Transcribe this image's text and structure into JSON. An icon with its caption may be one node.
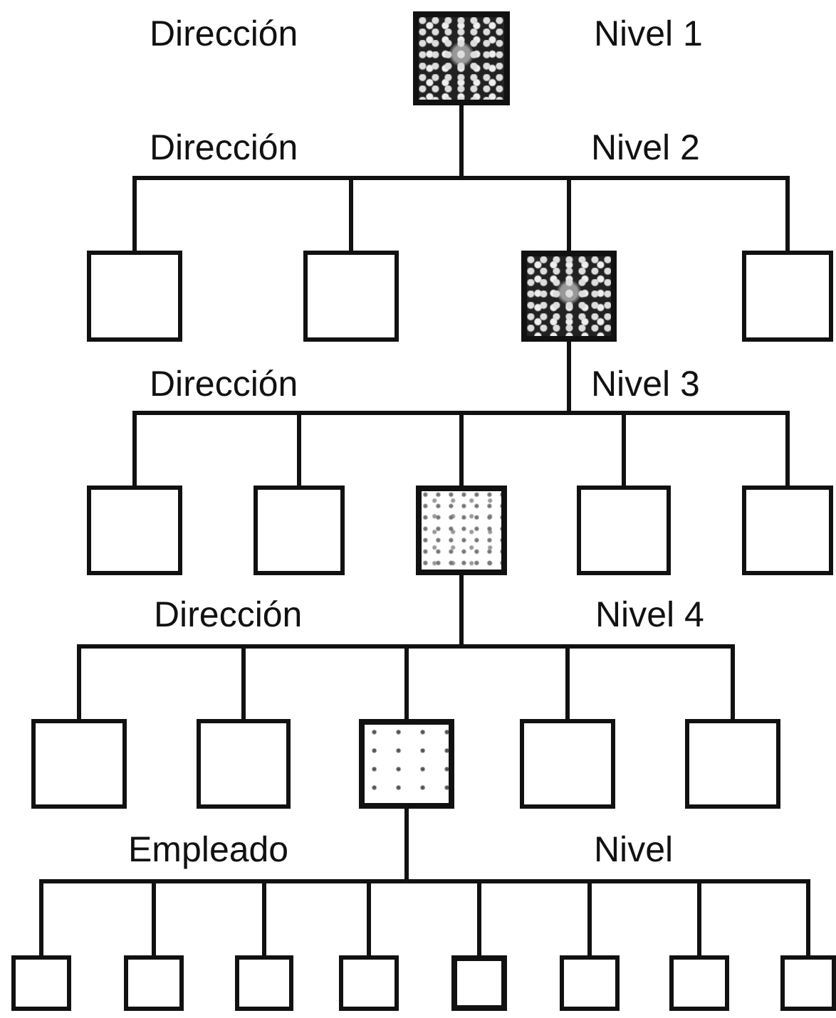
{
  "diagram": {
    "nodes": [
      {
        "text": [],
        "shape": "box"
      },
      {
        "text": [],
        "shape": "box"
      },
      {
        "text": [],
        "shape": "box"
      },
      {
        "text": [],
        "shape": "box"
      },
      {
        "text": [],
        "shape": "box"
      },
      {
        "text": [],
        "shape": "box"
      },
      {
        "text": [],
        "shape": "box"
      },
      {
        "text": [],
        "shape": "box"
      },
      {
        "text": [],
        "shape": "box"
      },
      {
        "text": [],
        "shape": "box"
      },
      {
        "text": [],
        "shape": "box"
      },
      {
        "text": [],
        "shape": "box"
      },
      {
        "text": [],
        "shape": "box"
      },
      {
        "text": [],
        "shape": "box"
      },
      {
        "text": [],
        "shape": "box"
      },
      {
        "text": [],
        "shape": "box"
      },
      {
        "text": [],
        "shape": "box"
      },
      {
        "text": [],
        "shape": "box"
      },
      {
        "text": [],
        "shape": "box"
      },
      {
        "text": [],
        "shape": "box"
      },
      {
        "text": [],
        "shape": "box"
      },
      {
        "text": [],
        "shape": "box"
      },
      {
        "text": [],
        "shape": "box"
      }
    ],
    "edges": [
      {
        "from": 0,
        "to": 1,
        "arrow": "none"
      },
      {
        "from": 0,
        "to": 2,
        "arrow": "none"
      },
      {
        "from": 0,
        "to": 3,
        "arrow": "none"
      },
      {
        "from": 0,
        "to": 4,
        "arrow": "none"
      },
      {
        "from": 3,
        "to": 5,
        "arrow": "none"
      },
      {
        "from": 3,
        "to": 6,
        "arrow": "none"
      },
      {
        "from": 3,
        "to": 7,
        "arrow": "none"
      },
      {
        "from": 3,
        "to": 8,
        "arrow": "none"
      },
      {
        "from": 3,
        "to": 9,
        "arrow": "none"
      },
      {
        "from": 7,
        "to": 10,
        "arrow": "none"
      },
      {
        "from": 7,
        "to": 11,
        "arrow": "none"
      },
      {
        "from": 7,
        "to": 12,
        "arrow": "none"
      },
      {
        "from": 7,
        "to": 13,
        "arrow": "none"
      },
      {
        "from": 7,
        "to": 14,
        "arrow": "none"
      },
      {
        "from": 12,
        "to": 15,
        "arrow": "none"
      },
      {
        "from": 12,
        "to": 16,
        "arrow": "none"
      },
      {
        "from": 12,
        "to": 17,
        "arrow": "none"
      },
      {
        "from": 12,
        "to": 18,
        "arrow": "none"
      },
      {
        "from": 12,
        "to": 19,
        "arrow": "none"
      },
      {
        "from": 12,
        "to": 20,
        "arrow": "none"
      },
      {
        "from": 12,
        "to": 21,
        "arrow": "none"
      },
      {
        "from": 12,
        "to": 22,
        "arrow": "none"
      }
    ],
    "labels": [
      "Dirección",
      "Nivel 1",
      "Dirección",
      "Nivel 2",
      "Dirección",
      "Nivel 3",
      "Dirección",
      "Nivel 4",
      "Empleado",
      "Nivel"
    ]
  }
}
